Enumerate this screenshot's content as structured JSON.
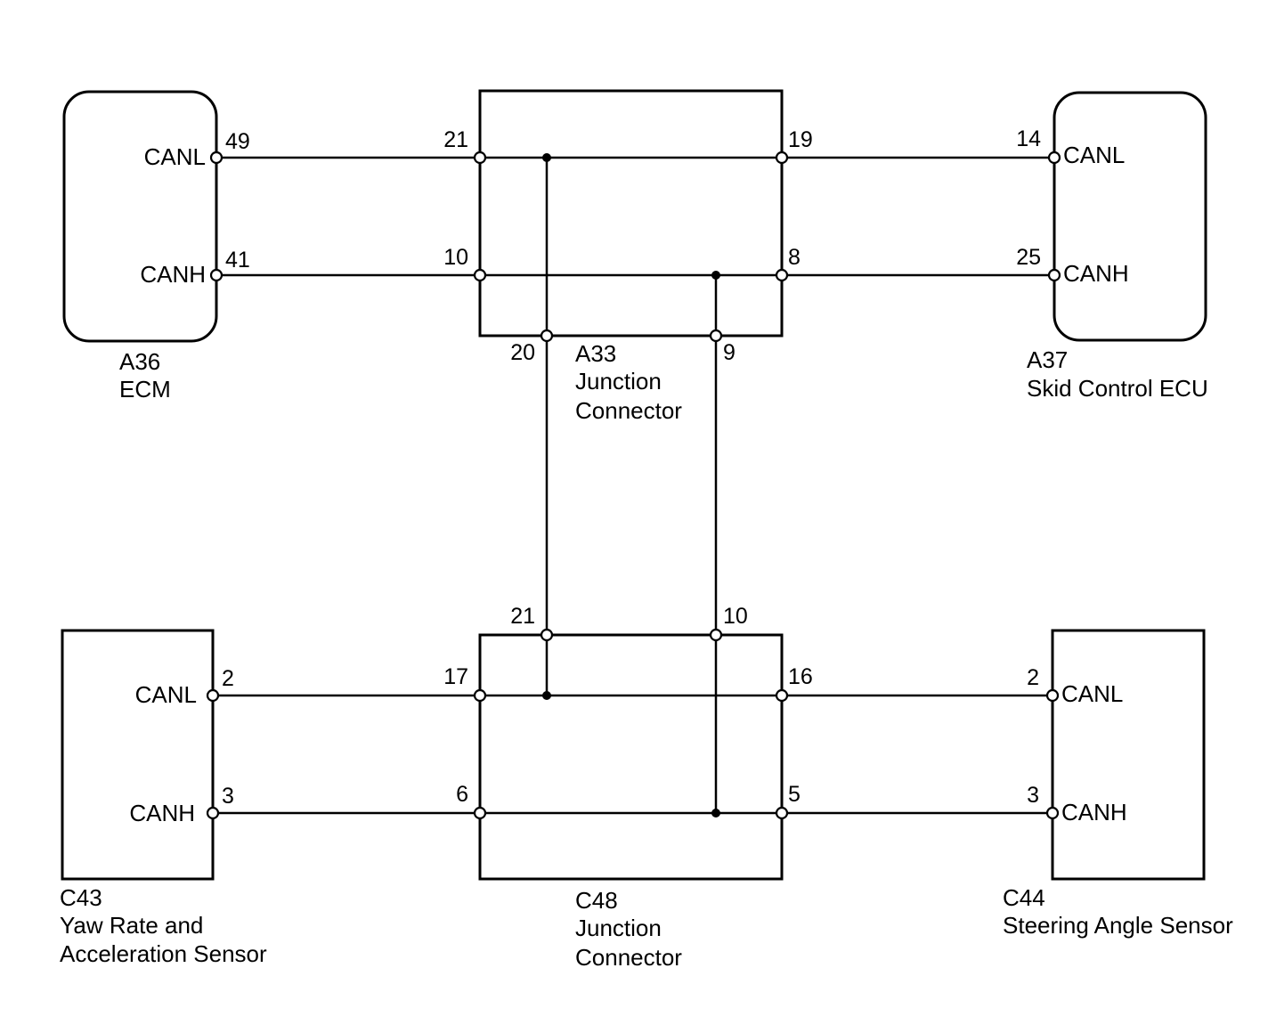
{
  "components": {
    "a36": {
      "code": "A36",
      "name": "ECM",
      "canl": "CANL",
      "canh": "CANH",
      "pin_canl": "49",
      "pin_canh": "41"
    },
    "a37": {
      "code": "A37",
      "name": "Skid Control ECU",
      "canl": "CANL",
      "canh": "CANH",
      "pin_canl": "14",
      "pin_canh": "25"
    },
    "a33": {
      "code": "A33",
      "name_line1": "Junction",
      "name_line2": "Connector",
      "pin_left_canl": "21",
      "pin_left_canh": "10",
      "pin_right_canl": "19",
      "pin_right_canh": "8",
      "pin_bottom_canl": "20",
      "pin_bottom_canh": "9"
    },
    "c43": {
      "code": "C43",
      "name_line1": "Yaw Rate and",
      "name_line2": "Acceleration Sensor",
      "canl": "CANL",
      "canh": "CANH",
      "pin_canl": "2",
      "pin_canh": "3"
    },
    "c44": {
      "code": "C44",
      "name": "Steering Angle Sensor",
      "canl": "CANL",
      "canh": "CANH",
      "pin_canl": "2",
      "pin_canh": "3"
    },
    "c48": {
      "code": "C48",
      "name_line1": "Junction",
      "name_line2": "Connector",
      "pin_top_canl": "21",
      "pin_top_canh": "10",
      "pin_left_canl": "17",
      "pin_left_canh": "6",
      "pin_right_canl": "16",
      "pin_right_canh": "5"
    }
  }
}
